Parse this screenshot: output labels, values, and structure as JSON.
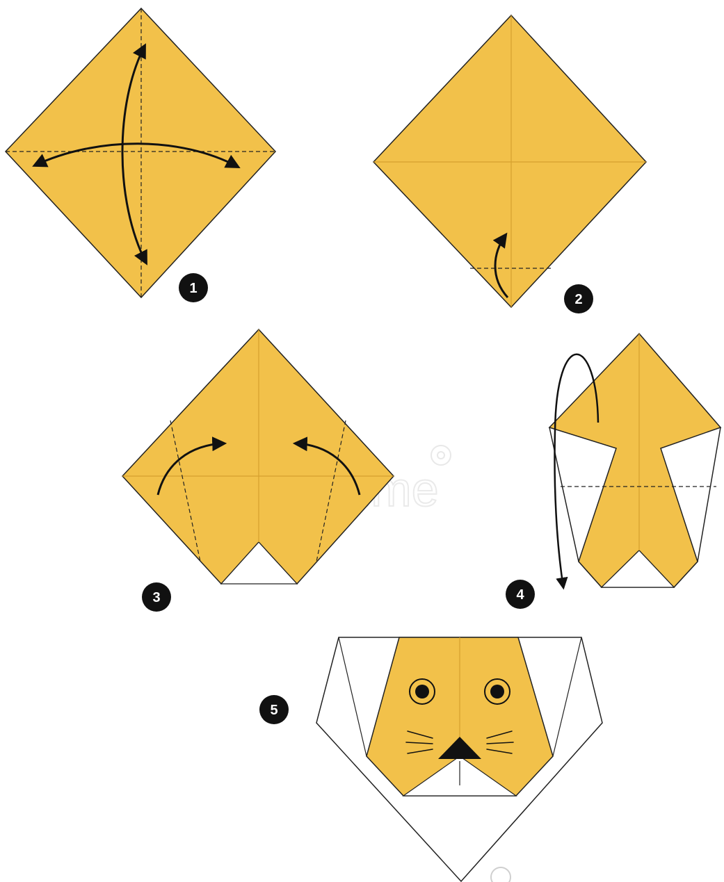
{
  "colors": {
    "paper": "#f2c14a",
    "crease": "#d6a02f",
    "outline": "#222222",
    "badge": "#111111",
    "badge_text": "#ffffff",
    "background": "#ffffff"
  },
  "steps": [
    {
      "number": "1"
    },
    {
      "number": "2"
    },
    {
      "number": "3"
    },
    {
      "number": "4"
    },
    {
      "number": "5"
    }
  ],
  "watermark": "dreamstime",
  "icons": [
    "fold-arrow-icon",
    "eye-icon",
    "nose-icon",
    "whisker-icon",
    "registered-mark-icon"
  ]
}
